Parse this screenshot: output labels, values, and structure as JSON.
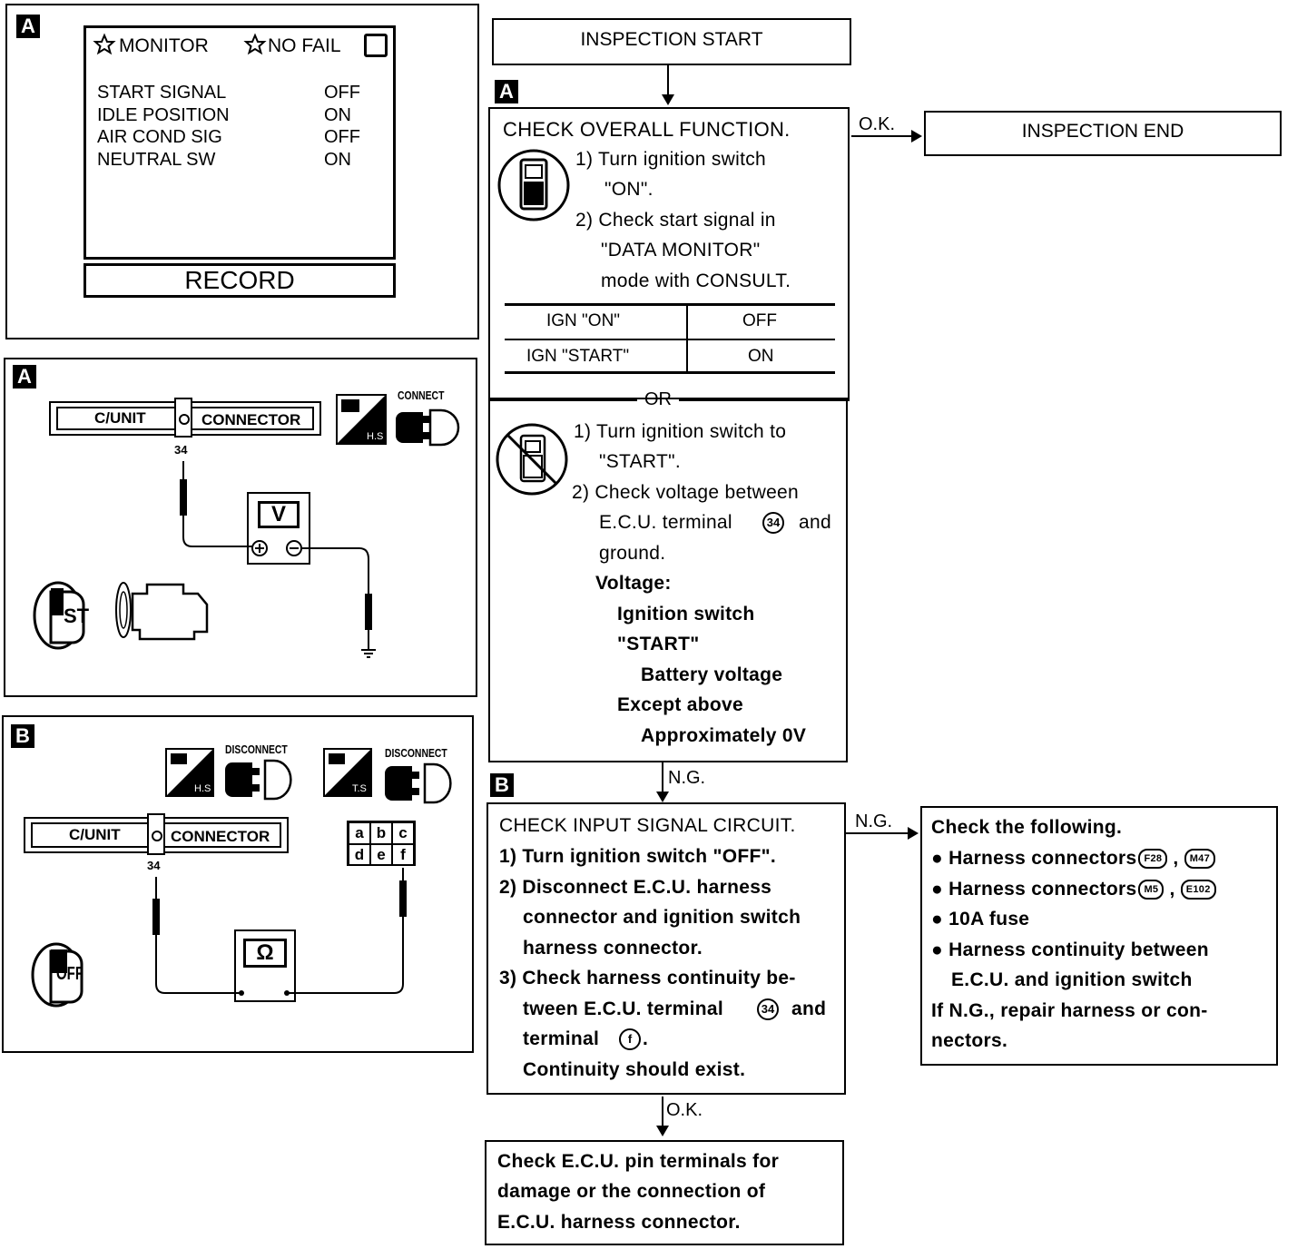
{
  "monitor_panel": {
    "label": "A",
    "title_monitor": "MONITOR",
    "title_nofail": "NO FAIL",
    "rows": [
      {
        "name": "START SIGNAL",
        "value": "OFF"
      },
      {
        "name": "IDLE POSITION",
        "value": "ON"
      },
      {
        "name": "AIR COND SIG",
        "value": "OFF"
      },
      {
        "name": "NEUTRAL SW",
        "value": "ON"
      }
    ],
    "record_button": "RECORD"
  },
  "voltage_panel": {
    "label": "A",
    "cunit": "C/UNIT",
    "connector": "CONNECTOR",
    "terminal": "34",
    "connect_text": "CONNECT",
    "hs_text": "H.S",
    "meter_symbol": "V",
    "key_text": "ST"
  },
  "continuity_panel": {
    "label": "B",
    "disconnect1": "DISCONNECT",
    "disconnect2": "DISCONNECT",
    "hs_text": "H.S",
    "ts_text": "T.S",
    "cunit": "C/UNIT",
    "connector": "CONNECTOR",
    "terminal": "34",
    "terminal_letters": [
      "a",
      "b",
      "c",
      "d",
      "e",
      "f"
    ],
    "meter_symbol": "Ω",
    "key_text": "OFF"
  },
  "flow": {
    "start": "INSPECTION START",
    "label_a": "A",
    "check_overall_title": "CHECK OVERALL FUNCTION.",
    "check_overall_steps": [
      "1) Turn ignition switch",
      "\"ON\".",
      "2) Check start signal in",
      "\"DATA MONITOR\"",
      "mode with CONSULT."
    ],
    "table": [
      {
        "cond": "IGN \"ON\"",
        "value": "OFF"
      },
      {
        "cond": "IGN \"START\"",
        "value": "ON"
      }
    ],
    "or_text": "OR",
    "alt_steps": [
      "1) Turn ignition switch to",
      "\"START\".",
      "2) Check voltage between",
      "E.C.U. terminal",
      "and",
      "ground."
    ],
    "terminal_34": "34",
    "voltage_label": "Voltage:",
    "voltage_lines": [
      "Ignition switch",
      "\"START\"",
      "Battery voltage",
      "Except above",
      "Approximately 0V"
    ],
    "ok1": "O.K.",
    "end": "INSPECTION END",
    "ng1": "N.G.",
    "label_b": "B",
    "check_input_title": "CHECK INPUT SIGNAL CIRCUIT.",
    "check_input_steps": [
      "1) Turn ignition switch \"OFF\".",
      "2) Disconnect E.C.U. harness",
      "connector and ignition switch",
      "harness connector.",
      "3) Check harness continuity be-",
      "tween E.C.U. terminal",
      "and",
      "terminal",
      "Continuity should exist."
    ],
    "terminal_f": "f",
    "ng2": "N.G.",
    "check_following_title": "Check the following.",
    "check_following_items": [
      "Harness connectors",
      "Harness connectors",
      "10A fuse",
      "Harness continuity between",
      "E.C.U. and ignition switch"
    ],
    "conn_codes": [
      "F28",
      "M47",
      "M5",
      "E102"
    ],
    "repair_text": [
      "If N.G., repair harness or con-",
      "nectors."
    ],
    "ok2": "O.K.",
    "final_check": [
      "Check E.C.U. pin terminals for",
      "damage or the connection of",
      "E.C.U. harness connector."
    ]
  }
}
